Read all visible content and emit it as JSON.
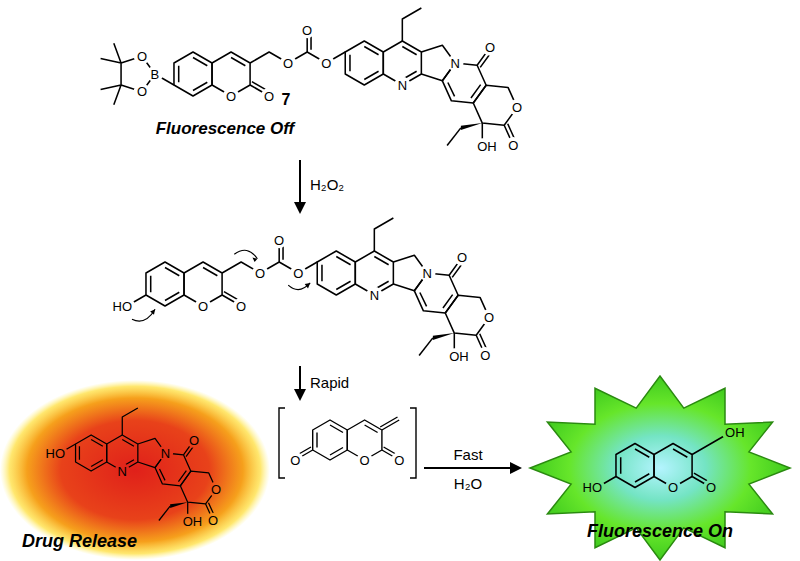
{
  "diagram": {
    "labels": [
      "B",
      "O",
      "O",
      "O",
      "O",
      "O",
      "O",
      "O",
      "N",
      "N",
      "O",
      "O",
      "O",
      "OH",
      "7",
      "Fluorescence Off",
      "H₂O₂",
      "HO",
      "O",
      "O",
      "O",
      "O",
      "O",
      "N",
      "N",
      "O",
      "O",
      "O",
      "OH",
      "Rapid",
      "HO",
      "N",
      "N",
      "O",
      "O",
      "O",
      "OH",
      "Drug Release",
      "O",
      "O",
      "O",
      "Fast",
      "H₂O",
      "HO",
      "O",
      "O",
      "OH",
      "Fluorescence On"
    ]
  }
}
